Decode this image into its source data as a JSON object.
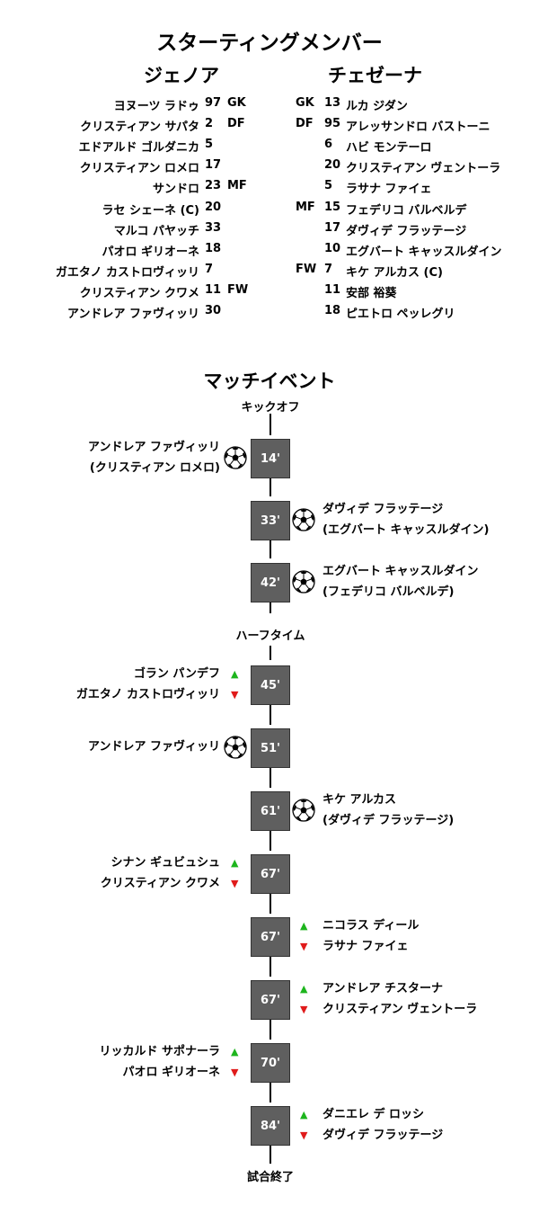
{
  "title": "スターティングメンバー",
  "home_team": "ジェノア",
  "away_team": "チェゼーナ",
  "home_lineup": [
    {
      "pos": "GK",
      "num": "97",
      "name": "ヨヌーツ ラドゥ"
    },
    {
      "pos": "DF",
      "num": "2",
      "name": "クリスティアン サパタ"
    },
    {
      "pos": "",
      "num": "5",
      "name": "エドアルド ゴルダニカ"
    },
    {
      "pos": "",
      "num": "17",
      "name": "クリスティアン ロメロ"
    },
    {
      "pos": "MF",
      "num": "23",
      "name": "サンドロ"
    },
    {
      "pos": "",
      "num": "20",
      "name": "ラセ シェーネ (C)"
    },
    {
      "pos": "",
      "num": "33",
      "name": "マルコ パヤッチ"
    },
    {
      "pos": "",
      "num": "18",
      "name": "パオロ ギリオーネ"
    },
    {
      "pos": "",
      "num": "7",
      "name": "ガエタノ カストロヴィッリ"
    },
    {
      "pos": "FW",
      "num": "11",
      "name": "クリスティアン クワメ"
    },
    {
      "pos": "",
      "num": "30",
      "name": "アンドレア ファヴィッリ"
    }
  ],
  "away_lineup": [
    {
      "pos": "GK",
      "num": "13",
      "name": "ルカ ジダン"
    },
    {
      "pos": "DF",
      "num": "95",
      "name": "アレッサンドロ バストーニ"
    },
    {
      "pos": "",
      "num": "6",
      "name": "ハビ モンテーロ"
    },
    {
      "pos": "",
      "num": "20",
      "name": "クリスティアン ヴェントーラ"
    },
    {
      "pos": "",
      "num": "5",
      "name": "ラサナ ファイェ"
    },
    {
      "pos": "MF",
      "num": "15",
      "name": "フェデリコ バルベルデ"
    },
    {
      "pos": "",
      "num": "17",
      "name": "ダヴィデ フラッテージ"
    },
    {
      "pos": "",
      "num": "10",
      "name": "エグバート キャッスルダイン"
    },
    {
      "pos": "FW",
      "num": "7",
      "name": "キケ アルカス (C)"
    },
    {
      "pos": "",
      "num": "11",
      "name": "安部 裕葵"
    },
    {
      "pos": "",
      "num": "18",
      "name": "ピエトロ ペッレグリ"
    }
  ],
  "events_title": "マッチイベント",
  "labels": {
    "kickoff": "キックオフ",
    "halftime": "ハーフタイム",
    "fulltime": "試合終了"
  },
  "events": [
    {
      "minute": "14'",
      "side": "home",
      "type": "goal",
      "line1": "アンドレア ファヴィッリ",
      "line2": "(クリスティアン ロメロ)"
    },
    {
      "minute": "33'",
      "side": "away",
      "type": "goal",
      "line1": "ダヴィデ フラッテージ",
      "line2": "(エグバート キャッスルダイン)"
    },
    {
      "minute": "42'",
      "side": "away",
      "type": "goal",
      "line1": "エグバート キャッスルダイン",
      "line2": "(フェデリコ バルベルデ)"
    },
    {
      "minute": "45'",
      "side": "home",
      "type": "sub",
      "line1": "ゴラン パンデフ",
      "line2": "ガエタノ カストロヴィッリ"
    },
    {
      "minute": "51'",
      "side": "home",
      "type": "goal",
      "line1": "アンドレア ファヴィッリ",
      "line2": ""
    },
    {
      "minute": "61'",
      "side": "away",
      "type": "goal",
      "line1": "キケ アルカス",
      "line2": "(ダヴィデ フラッテージ)"
    },
    {
      "minute": "67'",
      "side": "home",
      "type": "sub",
      "line1": "シナン ギュビュシュ",
      "line2": "クリスティアン クワメ"
    },
    {
      "minute": "67'",
      "side": "away",
      "type": "sub",
      "line1": "ニコラス ディール",
      "line2": "ラサナ ファイェ"
    },
    {
      "minute": "67'",
      "side": "away",
      "type": "sub",
      "line1": "アンドレア チスターナ",
      "line2": "クリスティアン ヴェントーラ"
    },
    {
      "minute": "70'",
      "side": "home",
      "type": "sub",
      "line1": "リッカルド サポナーラ",
      "line2": "パオロ ギリオーネ"
    },
    {
      "minute": "84'",
      "side": "away",
      "type": "sub",
      "line1": "ダニエレ デ ロッシ",
      "line2": "ダヴィデ フラッテージ"
    }
  ],
  "colors": {
    "minute_box": "#5f5f5f",
    "sub_in": "#1db51d",
    "sub_out": "#e01b1b"
  }
}
